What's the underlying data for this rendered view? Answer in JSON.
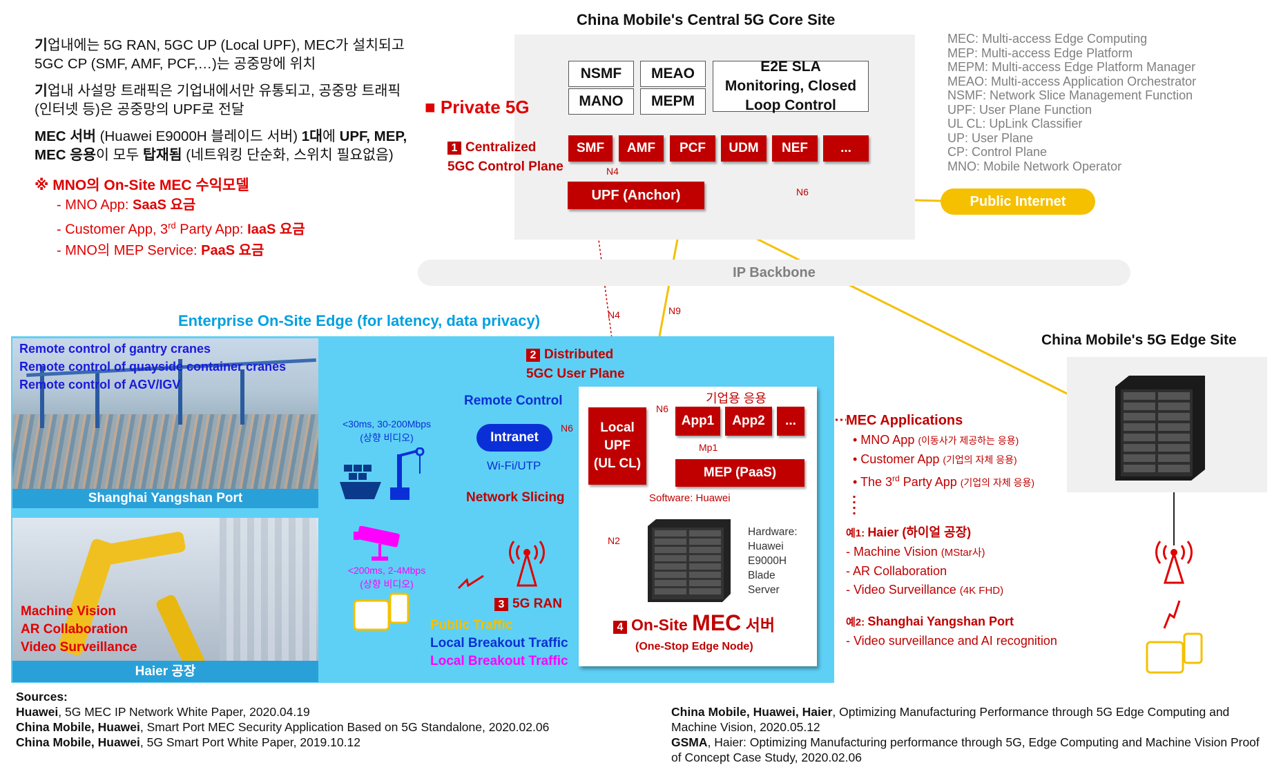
{
  "core": {
    "title": "China Mobile's Central 5G Core Site",
    "mgmt": [
      "NSMF",
      "MEAO",
      "MANO",
      "MEPM"
    ],
    "sla": "E2E SLA Monitoring, Closed Loop Control",
    "private5g": "■ Private 5G",
    "cp_num": "1",
    "cp_label_1": "Centralized",
    "cp_label_2": "5GC Control Plane",
    "nfs": [
      "SMF",
      "AMF",
      "PCF",
      "UDM",
      "NEF",
      "..."
    ],
    "upf_anchor": "UPF (Anchor)",
    "n4_top": "N4",
    "n6_top": "N6",
    "public_internet": "Public Internet"
  },
  "glossary": [
    "MEC: Multi-access Edge Computing",
    "MEP: Multi-access Edge Platform",
    "MEPM: Multi-access Edge Platform Manager",
    "MEAO: Multi-access Application Orchestrator",
    "NSMF: Network Slice Management Function",
    "UPF: User Plane Function",
    "UL CL: UpLink Classifier",
    "UP: User Plane",
    "CP: Control Plane",
    "MNO: Mobile Network Operator"
  ],
  "intro": {
    "p1_b": "기",
    "p1": "업내에는 5G RAN, 5GC UP (Local UPF), MEC가 설치되고 5GC CP (SMF, AMF, PCF,…)는 공중망에 위치",
    "p2_b": "기",
    "p2": "업내 사설망 트래픽은 기업내에서만 유통되고, 공중망 트래픽(인터넷 등)은 공중망의 UPF로 전달",
    "p3_a": "MEC 서버",
    "p3_b": " (Huawei E9000H 블레이드 서버) ",
    "p3_c": "1대",
    "p3_d": "에 ",
    "p3_e": "UPF, MEP, MEC 응용",
    "p3_f": "이 모두 ",
    "p3_g": "탑재됨",
    "p3_h": " (네트워킹 단순화, 스위치 필요없음)",
    "model_title": "※ MNO의 On-Site MEC 수익모델",
    "m1_a": "- MNO App: ",
    "m1_b": "SaaS 요금",
    "m2_a": "- Customer App, 3",
    "m2_sup": "rd",
    "m2_c": " Party App: ",
    "m2_d": "IaaS 요금",
    "m3_a": "- MNO의 MEP Service: ",
    "m3_b": "PaaS 요금"
  },
  "backbone": "IP Backbone",
  "edge_title": "Enterprise On-Site Edge (for latency, data privacy)",
  "port": {
    "items": [
      "Remote control of gantry cranes",
      "Remote control of quayside container cranes",
      "Remote control of AGV/IGV"
    ],
    "caption": "Shanghai Yangshan Port"
  },
  "haier": {
    "items": [
      "Machine Vision",
      "AR Collaboration",
      "Video Surveillance"
    ],
    "caption": "Haier 공장"
  },
  "onsite": {
    "du_num": "2",
    "du_1": "Distributed",
    "du_2": "5GC User Plane",
    "remote_control": "Remote Control",
    "intranet": "Intranet",
    "wifi": "Wi-Fi/UTP",
    "n6_local": "N6",
    "video1_a": "<30ms, 30-200Mbps",
    "video1_b": "(상향 비디오)",
    "video2_a": "<200ms, 2-4Mbps",
    "video2_b": "(상향 비디오)",
    "network_slicing": "Network Slicing",
    "n4": "N4",
    "n9": "N9",
    "n2": "N2",
    "n6_app": "N6",
    "mp1": "Mp1",
    "enterprise_apps": "기업용 응용",
    "local_upf": [
      "Local",
      "UPF",
      "(UL CL)"
    ],
    "app1": "App1",
    "app2": "App2",
    "app_more": "...",
    "mep": "MEP (PaaS)",
    "software": "Software: Huawei",
    "hardware": [
      "Hardware:",
      "Huawei",
      "E9000H",
      "Blade",
      "Server"
    ],
    "ran_num": "3",
    "ran": "5G RAN",
    "traffic_public": "Public Traffic",
    "traffic_local1": "Local Breakout Traffic",
    "traffic_local2": "Local Breakout Traffic",
    "mec_num": "4",
    "mec_a": "On-Site ",
    "mec_b": "MEC",
    "mec_c": " 서버",
    "mec_sub": "(One-Stop Edge Node)"
  },
  "mec_apps": {
    "title": "MEC Applications",
    "a1_a": "• MNO App ",
    "a1_b": "(이동사가 제공하는 응용)",
    "a2_a": "• Customer App ",
    "a2_b": "(기업의 자체 응용)",
    "a3_a": "• The 3",
    "a3_sup": "rd",
    "a3_c": " Party App ",
    "a3_d": "(기업의 자체 응용)",
    "ex1_a": "예1: ",
    "ex1_b": "Haier (하이얼 공장)",
    "ex1_i1_a": "- Machine Vision ",
    "ex1_i1_b": "(MStar사)",
    "ex1_i2": "- AR Collaboration",
    "ex1_i3_a": "- Video Surveillance ",
    "ex1_i3_b": "(4K FHD)",
    "ex2_a": "예2: ",
    "ex2_b": "Shanghai Yangshan Port",
    "ex2_i1": "- Video surveillance and AI recognition"
  },
  "edge_site": {
    "title": "China Mobile's 5G Edge Site"
  },
  "sources": {
    "heading": "Sources:",
    "left": [
      {
        "b": "Huawei",
        "t": ", 5G MEC IP Network White Paper, 2020.04.19"
      },
      {
        "b": "China Mobile, Huawei",
        "t": ", Smart Port MEC Security Application Based on 5G Standalone, 2020.02.06"
      },
      {
        "b": "China Mobile, Huawei",
        "t": ", 5G Smart Port White Paper, 2019.10.12"
      }
    ],
    "right": [
      {
        "b": "China Mobile, Huawei, Haier",
        "t": ", Optimizing Manufacturing Performance through 5G Edge Computing and Machine Vision, 2020.05.12"
      },
      {
        "b": "GSMA",
        "t": ", Haier: Optimizing Manufacturing performance through 5G, Edge Computing and Machine Vision Proof of Concept Case Study, 2020.02.06"
      }
    ]
  },
  "colors": {
    "red_box": "#c00000",
    "text_red": "#e00000",
    "edge_bg": "#5ed0f5",
    "public_yellow": "#f5c000",
    "intranet_blue": "#0b2fd6",
    "magenta": "#ff00ff"
  }
}
